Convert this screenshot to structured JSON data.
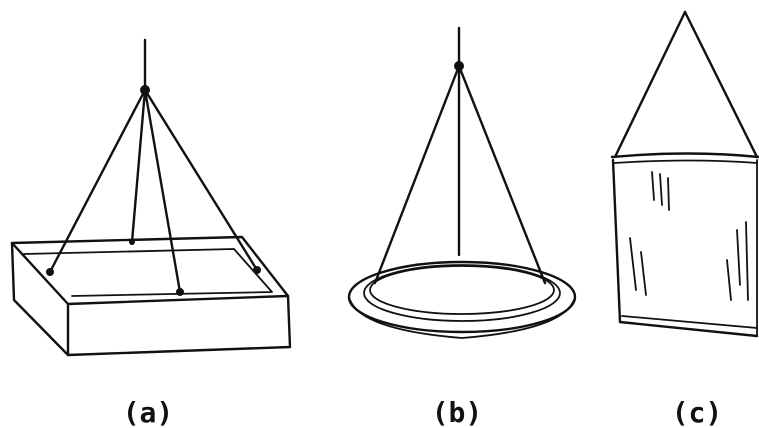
{
  "figure": {
    "panels": [
      {
        "id": "a",
        "caption": "(a)",
        "depicts": "rectangular-tray-on-four-wire-bridle"
      },
      {
        "id": "b",
        "caption": "(b)",
        "depicts": "circular-ring-on-wire-bridle"
      },
      {
        "id": "c",
        "caption": "(c)",
        "depicts": "square-container-on-sling"
      }
    ],
    "colors": {
      "ink": "#111111",
      "background": "#ffffff"
    }
  }
}
